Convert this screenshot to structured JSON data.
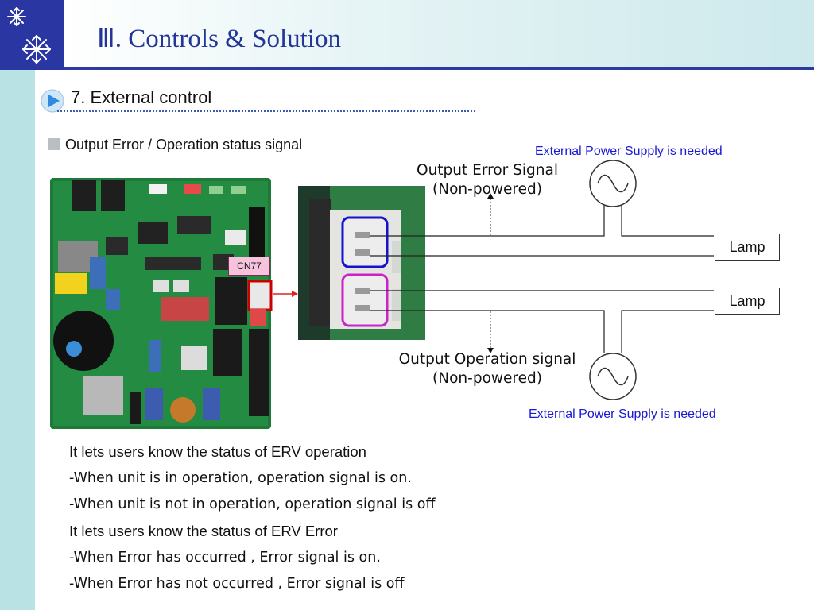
{
  "header": {
    "title": "Ⅲ. Controls & Solution",
    "logo_icon": "snowflake-icon"
  },
  "section": {
    "title": "7. External control",
    "bullet_icon": "play-arrow-icon"
  },
  "subsection": {
    "title": "Output Error / Operation status signal",
    "bullet_icon": "square-bullet-icon"
  },
  "board": {
    "connector_label": "CN77"
  },
  "diagram": {
    "error_signal_label_1": "Output Error Signal",
    "error_signal_label_2": "(Non-powered)",
    "operation_signal_label_1": "Output Operation signal",
    "operation_signal_label_2": "(Non-powered)",
    "power_note_top": "External Power Supply is needed",
    "power_note_bottom": "External Power Supply is needed",
    "lamp_top": "Lamp",
    "lamp_bottom": "Lamp"
  },
  "description": {
    "lines": [
      "It lets users know the status of ERV operation",
      "-When unit is in operation, operation signal is on.",
      "-When unit is not in operation, operation signal is off",
      "It lets users know the status of ERV Error",
      "-When Error has occurred , Error signal is on.",
      "-When Error has not occurred , Error signal is off"
    ]
  },
  "colors": {
    "accent": "#2a37a3",
    "note_blue": "#1a1ad6",
    "strip": "#b9e2e4"
  }
}
